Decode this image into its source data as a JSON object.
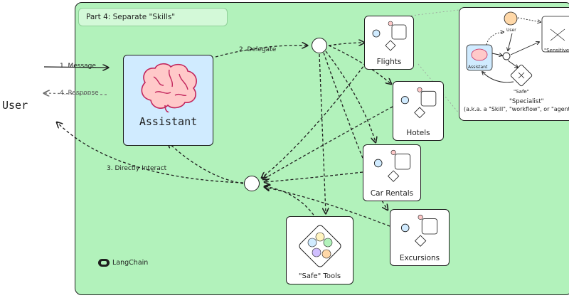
{
  "panel": {
    "title": "Part 4: Separate \"Skills\""
  },
  "user": {
    "label": "User"
  },
  "assistant": {
    "label": "Assistant"
  },
  "edges": {
    "message": "1. Message",
    "response": "4. Response",
    "delegate": "2. Delegate",
    "direct": "3. Directly Interact"
  },
  "specialists": {
    "flights": "Flights",
    "hotels": "Hotels",
    "car_rentals": "Car Rentals",
    "excursions": "Excursions"
  },
  "tools": {
    "label": "\"Safe\" Tools"
  },
  "specialist_detail": {
    "user": "User",
    "assistant": "Assistant",
    "sensitive": "\"Sensitive\"",
    "safe": "\"Safe\"",
    "title": "\"Specialist\"",
    "subtitle": "(a.k.a. a \"Skill\", \"workflow\", or \"agent\")"
  },
  "logo": {
    "text": "LangChain"
  },
  "colors": {
    "panel": "#b2f2bb",
    "assistant": "#d0ebff",
    "brain": "#ffc9c9",
    "line": "#1e1e1e"
  }
}
